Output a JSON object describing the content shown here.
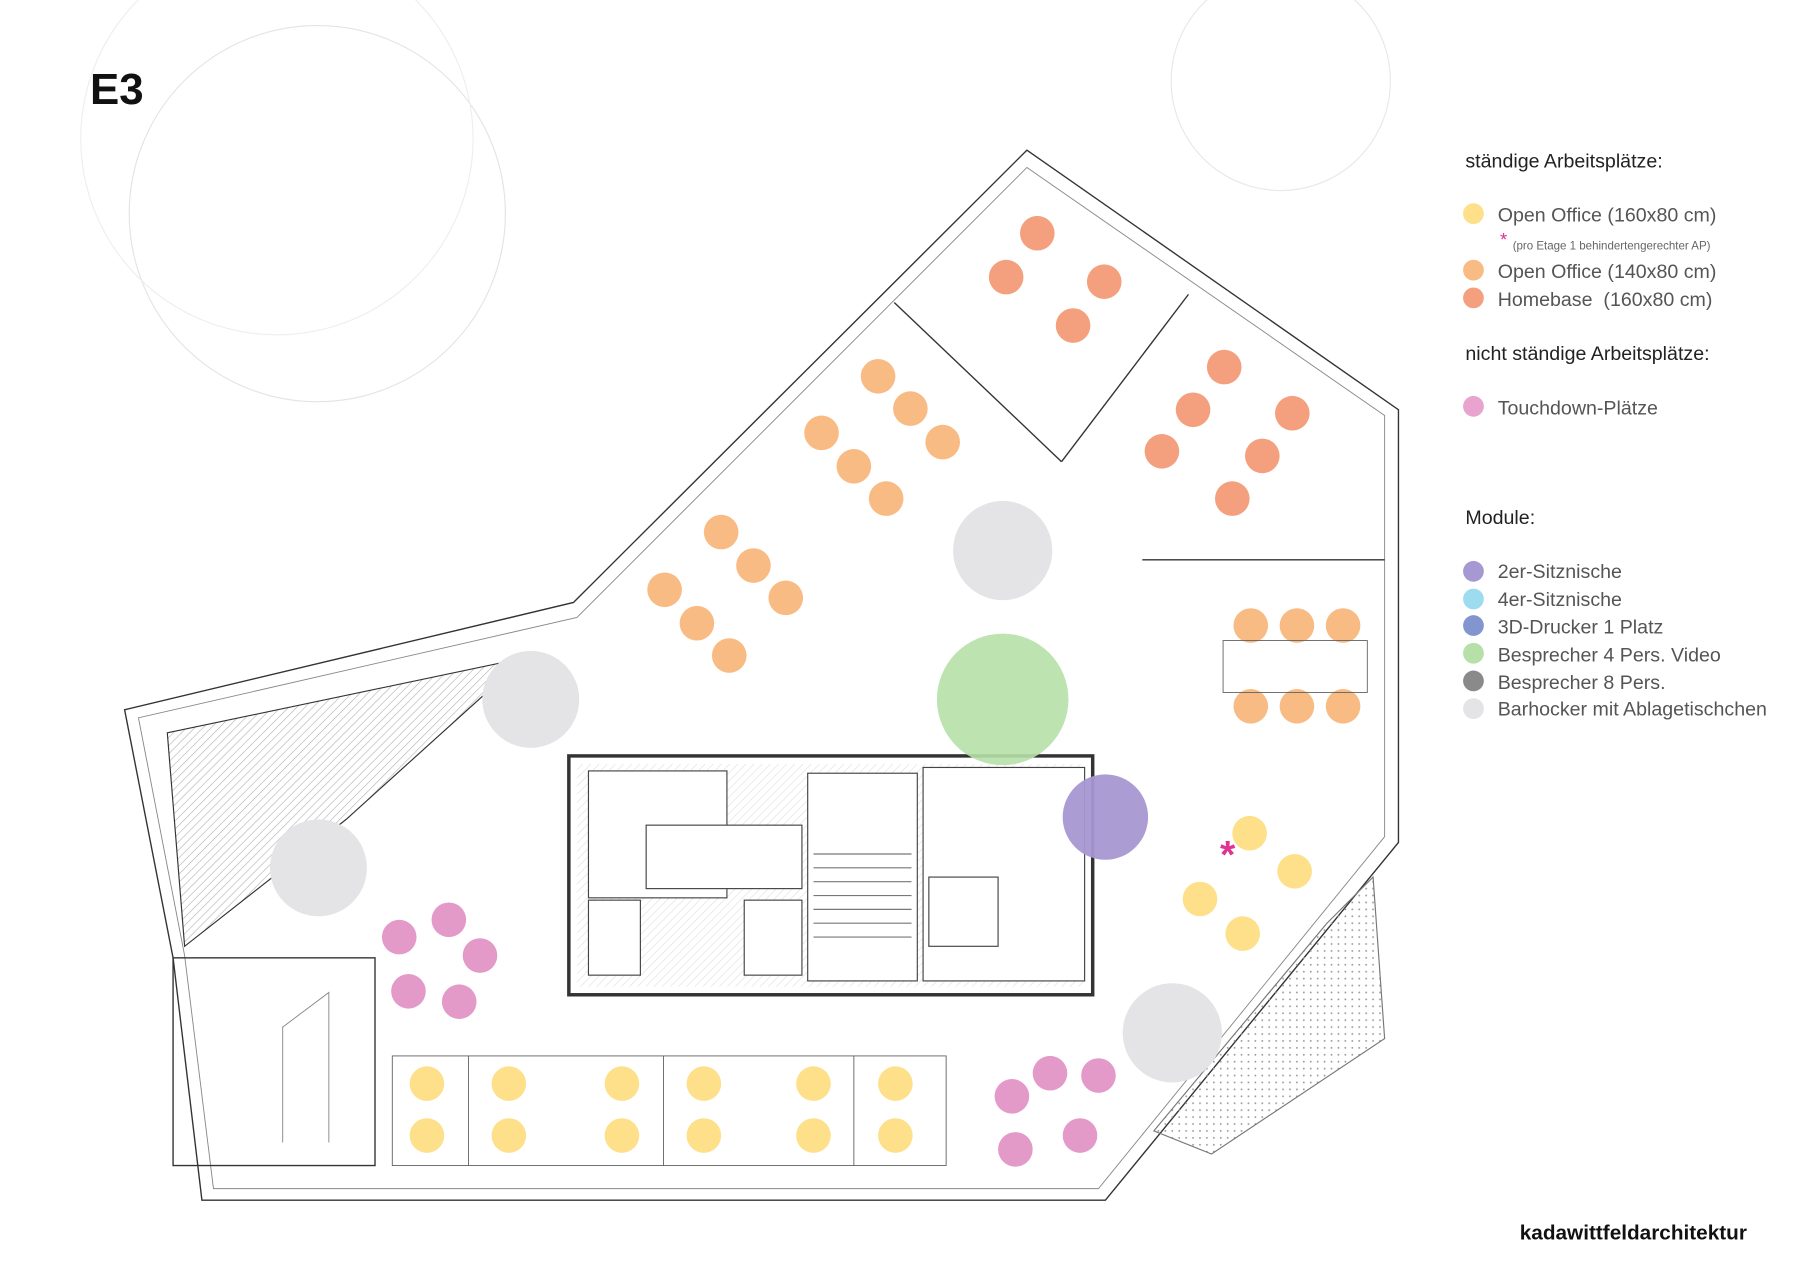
{
  "title": "E3",
  "legend": {
    "permanent_heading": "ständige Arbeitsplätze:",
    "permanent_items": [
      {
        "label": "Open Office (160x80 cm)",
        "color": "#fde089"
      },
      {
        "label": "Open Office (140x80 cm)",
        "color": "#f9bb84"
      },
      {
        "label": "Homebase  (160x80 cm)",
        "color": "#f4a07f"
      }
    ],
    "note_marker": "*",
    "note": "(pro Etage 1 behindertengerechter AP)",
    "note_color": "#e0338f",
    "nonpermanent_heading": "nicht ständige Arbeitsplätze:",
    "nonpermanent_items": [
      {
        "label": "Touchdown-Plätze",
        "color": "#e8a3cf"
      }
    ],
    "modules_heading": "Module:",
    "modules_items": [
      {
        "label": "2er-Sitznische",
        "color": "#a698d2"
      },
      {
        "label": "4er-Sitznische",
        "color": "#9ddcef"
      },
      {
        "label": "3D-Drucker 1 Platz",
        "color": "#8295cf"
      },
      {
        "label": "Besprecher 4 Pers. Video",
        "color": "#b6e0a8"
      },
      {
        "label": "Besprecher 8 Pers.",
        "color": "#8a8a8a"
      },
      {
        "label": "Barhocker mit Ablagetischchen",
        "color": "#e4e4e6"
      }
    ]
  },
  "brand": "kadawittfeldarchitektur"
}
